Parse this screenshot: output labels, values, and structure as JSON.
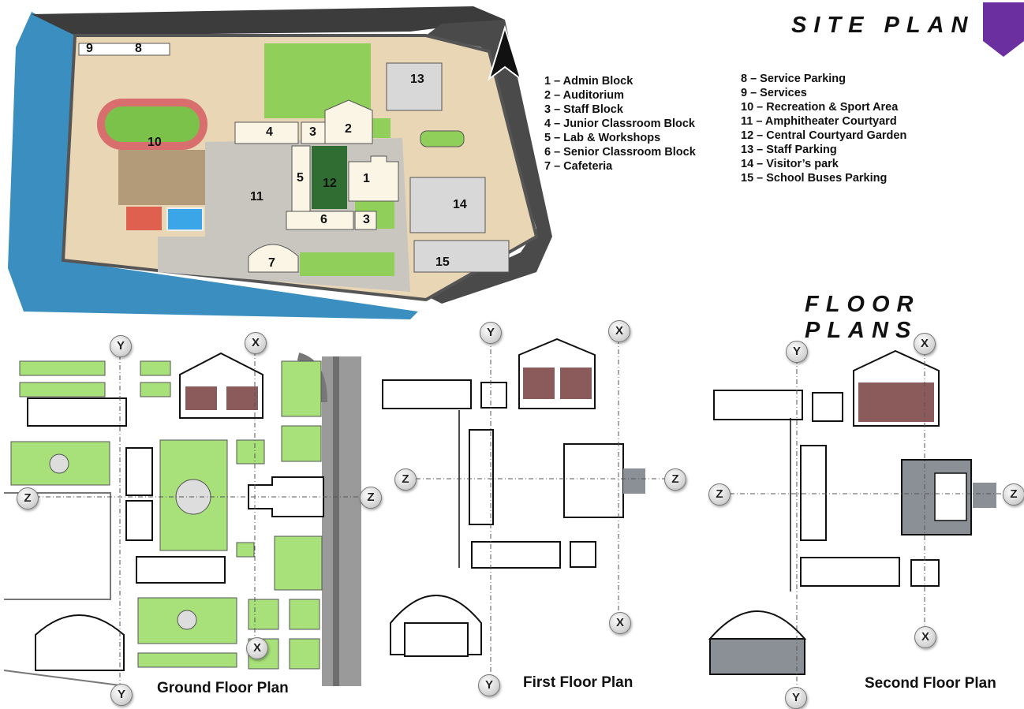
{
  "headings": {
    "site_plan": "SITE PLAN",
    "floor_plans": "FLOOR PLANS"
  },
  "legend_left": [
    "1 – Admin Block",
    "2 – Auditorium",
    "3 – Staff Block",
    "4 – Junior Classroom Block",
    "5 – Lab & Workshops",
    "6 – Senior Classroom Block",
    "7 – Cafeteria"
  ],
  "legend_right": [
    "8 – Service Parking",
    "9 – Services",
    "10 – Recreation & Sport Area",
    "11 – Amphitheater Courtyard",
    "12 – Central Courtyard Garden",
    "13 – Staff Parking",
    "14 – Visitor’s park",
    "15 – School Buses Parking"
  ],
  "site_numbers": {
    "n1": "1",
    "n2": "2",
    "n3a": "3",
    "n3b": "3",
    "n4": "4",
    "n5": "5",
    "n6": "6",
    "n7": "7",
    "n8": "8",
    "n9": "9",
    "n10": "10",
    "n11": "11",
    "n12": "12",
    "n13": "13",
    "n14": "14",
    "n15": "15"
  },
  "axis_labels": {
    "x": "X",
    "y": "Y",
    "z": "Z"
  },
  "plan_labels": {
    "ground": "Ground Floor Plan",
    "first": "First Floor Plan",
    "second": "Second  Floor Plan"
  },
  "colors": {
    "accent": "#6b2fa0",
    "water": "#3b8fc0",
    "lawn": "#8fcf5a",
    "plaza": "#c9c6c0",
    "sand": "#e7d2b0"
  }
}
